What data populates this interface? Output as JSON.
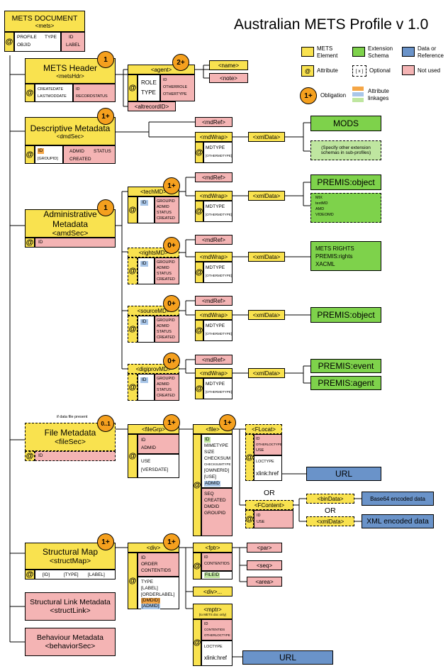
{
  "title": "Australian METS Profile v 1.0",
  "legend": {
    "element": "METS Element",
    "extension": "Extension Schema",
    "data_ref": "Data or Reference",
    "attribute": "Attribute",
    "optional": "Optional",
    "optional_mark": "[ x ]",
    "not_used": "Not used",
    "obligation": "Obligation",
    "obligation_mark": "1+",
    "linkages": "Attribute linkages"
  },
  "mets": {
    "title": "METS DOCUMENT",
    "tag": "<mets>",
    "attr1": "PROFILE",
    "attr2": "TYPE",
    "attr3": "OBJID",
    "attr4": "ID",
    "attr5": "LABEL"
  },
  "hdr": {
    "title": "METS Header",
    "tag": "<metsHdr>",
    "ob": "1",
    "a1": "CREATEDATE",
    "a2": "LASTMODDATE",
    "a3": "ID",
    "a4": "RECORDSTATUS"
  },
  "agent": {
    "tag": "<agent>",
    "ob": "2+",
    "a1": "ROLE",
    "a2": "TYPE",
    "a3": "ID",
    "a4": "OTHERROLE",
    "a5": "OTHERTYPE",
    "name": "<name>",
    "note": "<note>",
    "altrecord": "<altrecordID>"
  },
  "dmd": {
    "title": "Descriptive Metadata",
    "tag": "<dmdSec>",
    "ob": "1+",
    "a1": "ID",
    "a2": "[GROUPID]",
    "a3": "ADMID",
    "a4": "CREATED",
    "a5": "STATUS"
  },
  "common": {
    "mdref": "<mdRef>",
    "mdwrap": "<mdWrap>",
    "xmldata": "<xmlData>",
    "mdtype": "MDTYPE",
    "othermdtype": "[OTHERMDTYPE]",
    "id": "ID",
    "groupid": "GROUPID",
    "admid": "ADMID",
    "status": "STATUS",
    "created": "CREATED"
  },
  "ext": {
    "mods": "MODS",
    "mods_note": "(Specify other extension schemas in sub-profiles)",
    "premis_object": "PREMIS:object",
    "mix": "MIX",
    "textmd": "textMD",
    "amd": "AMD",
    "videomd": "VIDEOMD",
    "rights1": "METS RIGHTS",
    "rights2": "PREMIS:rights",
    "rights3": "XACML",
    "premis_object2": "PREMIS:object",
    "premis_event": "PREMIS:event",
    "premis_agent": "PREMIS:agent"
  },
  "amd": {
    "title": "Administrative Metadata",
    "tag": "<amdSec>",
    "ob": "1",
    "a1": "ID"
  },
  "tech": {
    "tag": "<techMD>",
    "ob": "1+"
  },
  "rights": {
    "tag": "<rightsMD>",
    "ob": "0+"
  },
  "source": {
    "tag": "<sourceMD>",
    "ob": "0+"
  },
  "digi": {
    "tag": "<digiprovMD>",
    "ob": "0+"
  },
  "filesec": {
    "note": "if data file present",
    "title": "File Metadata",
    "tag": "<fileSec>",
    "ob": "0..1",
    "a1": "ID"
  },
  "filegrp": {
    "tag": "<fileGrp>",
    "ob": "1+",
    "a1": "ID",
    "a2": "ADMID",
    "a3": "USE",
    "a4": "[VERSDATE]"
  },
  "file": {
    "tag": "<file>",
    "ob": "1+",
    "a1": "ID",
    "a2": "MIMETYPE",
    "a3": "SIZE",
    "a4": "CHECKSUM",
    "a5": "CHECKSUMTYPE",
    "a6": "[OWNERID]",
    "a7": "[USE]",
    "a8": "ADMID",
    "a9": "SEQ",
    "a10": "CREATED",
    "a11": "DMDID",
    "a12": "GROUPID"
  },
  "flocat": {
    "tag": "<FLocat>",
    "a1": "ID",
    "a2": "OTHERLOCTYPE",
    "a3": "USE",
    "a4": "LOCTYPE",
    "a5": "xlink:href",
    "url": "URL"
  },
  "or1": "OR",
  "or2": "OR",
  "fcontent": {
    "tag": "<FContent>",
    "a1": "ID",
    "a2": "USE",
    "bindata": "<binData>",
    "xmldata": "<xmlData>",
    "base64": "Base64 encoded data",
    "xmlenc": "XML encoded data"
  },
  "struct": {
    "title": "Structural Map",
    "tag": "<structMap>",
    "ob": "1+",
    "a1": "[ID]",
    "a2": "[TYPE]",
    "a3": "[LABEL]"
  },
  "div": {
    "tag": "<div>",
    "ob": "1+",
    "a1": "ID",
    "a2": "ORDER",
    "a3": "CONTENTIDS",
    "a4": "TYPE",
    "a5": "[LABEL]",
    "a6": "[ORDERLABEL]",
    "a7": "[DMDID]",
    "a8": "[ADMID]",
    "child": "<div>..."
  },
  "fptr": {
    "tag": "<fptr>",
    "a1": "ID",
    "a2": "CONTENTIDS",
    "a3": "FILEID",
    "par": "<par>",
    "seq": "<seq>",
    "area": "<area>"
  },
  "mptr": {
    "tag": "<mptr>",
    "note": "(to METS doc only)",
    "a1": "ID",
    "a2": "CONTENTIDS",
    "a3": "OTHERLOCTYPE",
    "a4": "LOCTYPE",
    "a5": "xlink:href",
    "url": "URL"
  },
  "structlink": {
    "title": "Structural Link Metadata",
    "tag": "<structLink>"
  },
  "behavior": {
    "title": "Behaviour Metadata",
    "tag": "<behaviorSec>"
  },
  "colors": {
    "element": "#f9e24f",
    "extension": "#7ed24b",
    "data": "#6a93c9",
    "notused": "#f4b4b4",
    "obligation": "#f5a01e"
  }
}
